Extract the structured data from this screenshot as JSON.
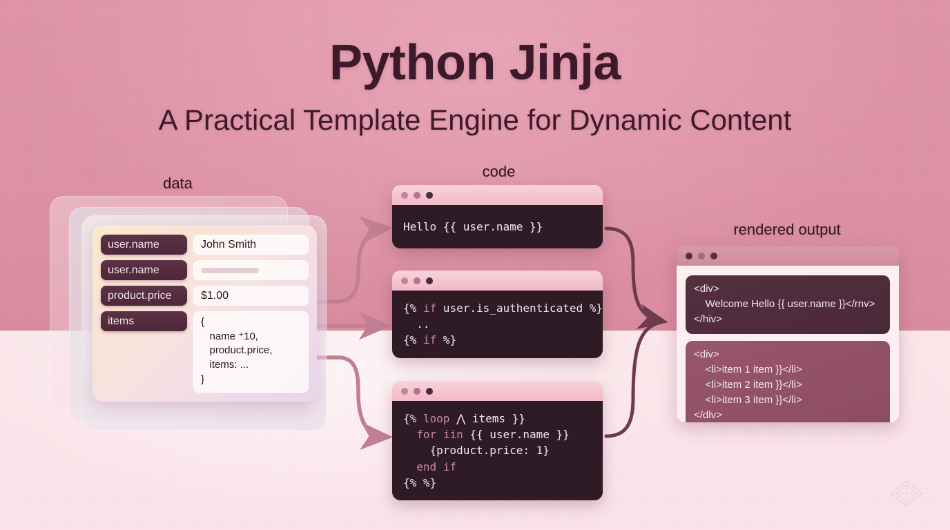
{
  "header": {
    "title": "Python Jinja",
    "subtitle": "A Practical Template Engine for Dynamic Content"
  },
  "labels": {
    "data": "data",
    "code": "code",
    "rendered_output": "rendered output"
  },
  "colors": {
    "bg_top": "#dd93a5",
    "bg_bottom": "#fbe6ea",
    "title_text": "#3d1a2b",
    "key_chip": "#4e2739",
    "code_bg": "#2e1b26",
    "code_keyword": "#c9899a",
    "arrow_light": "#c07f92",
    "arrow_dark": "#6e3a4e",
    "out_block_1": "#4a2938",
    "out_block_2": "#8d4d61"
  },
  "data_panel": {
    "rows": [
      {
        "key": "user.name",
        "value": "John Smith",
        "type": "text"
      },
      {
        "key": "user.name",
        "value": "",
        "type": "bar"
      },
      {
        "key": "product.price",
        "value": "$1.00",
        "type": "text"
      },
      {
        "key": "items",
        "value": "{\n   name ⁺10,\n   product.price,\n   items: ...\n}",
        "type": "block"
      }
    ]
  },
  "code_windows": [
    {
      "name": "expression",
      "dots": [
        "#c08496",
        "#b0778a",
        "#4d2a3a"
      ],
      "lines": [
        [
          {
            "t": "Hello {{ user.name }}",
            "kw": false
          }
        ]
      ]
    },
    {
      "name": "conditional",
      "dots": [
        "#c08496",
        "#b0778a",
        "#4d2a3a"
      ],
      "lines": [
        [
          {
            "t": "{% ",
            "kw": false
          },
          {
            "t": "if",
            "kw": true
          },
          {
            "t": " user.is_authenticated %}",
            "kw": false
          }
        ],
        [
          {
            "t": "  ..",
            "kw": false
          }
        ],
        [
          {
            "t": "{% ",
            "kw": false
          },
          {
            "t": "if",
            "kw": true
          },
          {
            "t": " %}",
            "kw": false
          }
        ]
      ]
    },
    {
      "name": "loop",
      "dots": [
        "#c08496",
        "#b0778a",
        "#4d2a3a"
      ],
      "lines": [
        [
          {
            "t": "{% ",
            "kw": false
          },
          {
            "t": "loop",
            "kw": true
          },
          {
            "t": " ⋀ items }}",
            "kw": false
          }
        ],
        [
          {
            "t": "  ",
            "kw": false
          },
          {
            "t": "for",
            "kw": true
          },
          {
            "t": " ",
            "kw": false
          },
          {
            "t": "iin",
            "kw": true
          },
          {
            "t": " {{ user.name }}",
            "kw": false
          }
        ],
        [
          {
            "t": "    {product.price: 1}",
            "kw": false
          }
        ],
        [
          {
            "t": "  ",
            "kw": false
          },
          {
            "t": "end if",
            "kw": true
          }
        ],
        [
          {
            "t": "{% %}",
            "kw": false
          }
        ]
      ]
    }
  ],
  "output_window": {
    "dots": [
      "#5b2c3f",
      "#a5687c",
      "#5b2c3f"
    ],
    "blocks": [
      {
        "text": "<div>\n    Welcome Hello {{ user.name }}</rnv>\n</hiv>"
      },
      {
        "text": "<div>\n    <li>item 1 item }}</li>\n    <li>item 2 item }}</li>\n    <li>item 3 item }}</li>\n</dlv>"
      }
    ]
  }
}
